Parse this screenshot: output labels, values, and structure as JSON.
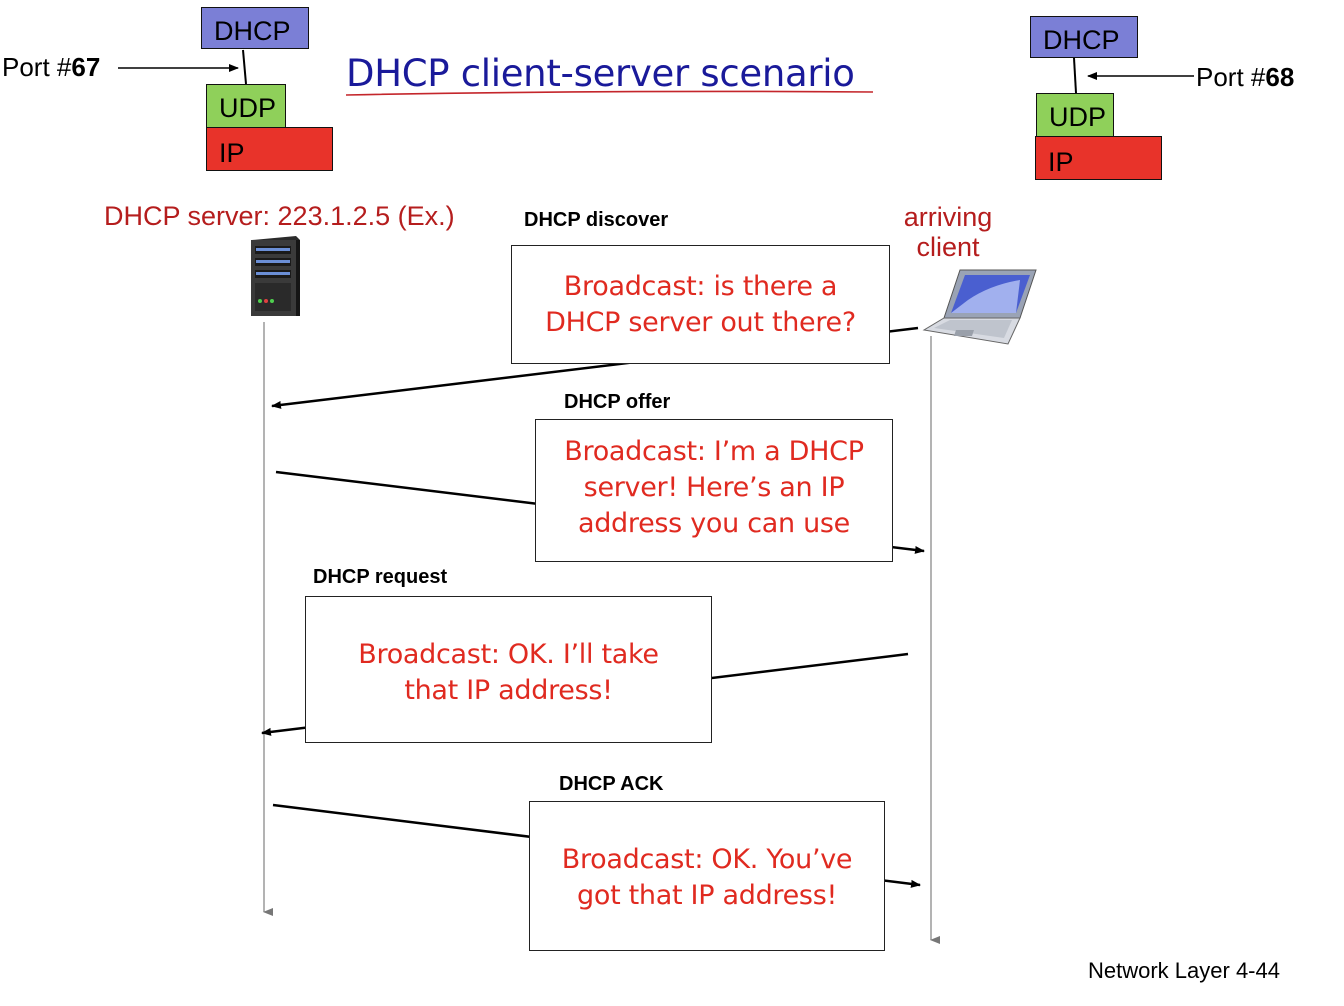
{
  "title": "DHCP client-server scenario",
  "server_stack": {
    "port_prefix": "Port #",
    "port_number": "67",
    "layers": [
      "DHCP",
      "UDP",
      "IP"
    ]
  },
  "client_stack": {
    "port_prefix": "Port #",
    "port_number": "68",
    "layers": [
      "DHCP",
      "UDP",
      "IP"
    ]
  },
  "server_label": "DHCP server: 223.1.2.5 (Ex.)",
  "client_label": "arriving\nclient",
  "messages": [
    {
      "label": "DHCP discover",
      "text": "Broadcast: is there a\nDHCP server out there?"
    },
    {
      "label": "DHCP offer",
      "text": "Broadcast: I’m a DHCP\nserver! Here’s an IP\naddress you can use"
    },
    {
      "label": "DHCP request",
      "text": "Broadcast: OK.  I’ll take\nthat IP address!"
    },
    {
      "label": "DHCP ACK",
      "text": "Broadcast: OK.  You’ve\ngot that IP address!"
    }
  ],
  "footer": "Network Layer 4-44",
  "colors": {
    "title": "#1a1a9a",
    "message_text": "#e02a20",
    "node_label": "#b51d1d",
    "dhcp_layer": "#7b7fd6",
    "udp_layer": "#8fd05a",
    "ip_layer": "#e8332a",
    "timeline": "#999999"
  },
  "icons": {
    "server": "server-tower-icon",
    "client": "laptop-icon"
  }
}
